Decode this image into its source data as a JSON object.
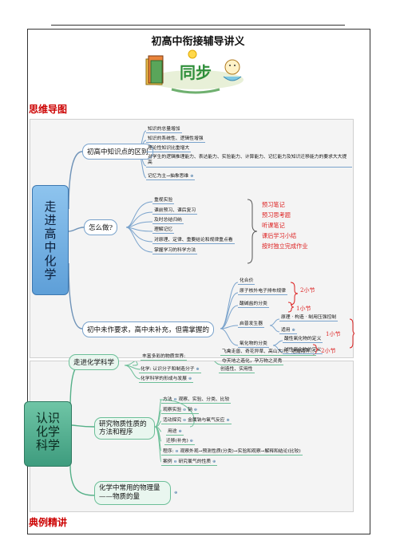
{
  "document": {
    "title": "初高中衔接辅导讲义",
    "banner_text": "同步",
    "section_mindmap": "思维导图",
    "section_examples": "典例精讲"
  },
  "map1": {
    "root": "走进高中化学",
    "branches": [
      {
        "label": "初高中知识点的区别",
        "items": [
          "知识的总量增加",
          "知识的系统性、逻辑性增强",
          "理论性知识比重增大",
          "对学生的逻辑推理能力、表达能力、实验能力、计算能力、记忆能力及知识迁移能力的要求大大提高",
          "记忆为主→抽象思维"
        ]
      },
      {
        "label": "怎么做?",
        "items": [
          "重视实验",
          "课前预习、课后复习",
          "及时总结归纳",
          "理解记忆",
          "对原理、定律、重要结论和规律重点看",
          "掌握学习的科学方法"
        ],
        "notes": [
          "预习笔记",
          "预习思考题",
          "听课笔记",
          "课后学习小结",
          "按时独立完成作业"
        ]
      },
      {
        "label": "初中未作要求，高中未补充，但需掌握的",
        "items": [
          "化合价",
          "原子核外电子排布规律",
          "酸碱盐的分类",
          "启普发生器",
          "氧化物的分类"
        ],
        "sub_qipu": [
          "原理",
          "构造",
          "制用压强控制",
          "适用"
        ],
        "sub_oxide": [
          "酸性氧化物的定义",
          "碱性氧化物的定义"
        ],
        "marks": [
          "2小节",
          "1小节",
          "1小节",
          "2小节"
        ]
      }
    ]
  },
  "map2": {
    "root": "认识化学科学",
    "branches": [
      {
        "label": "走进化学科学",
        "items": [
          "丰富多彩的物质世界:",
          "化学: 认识分子和制造分子",
          "化学科学的形成与发展"
        ],
        "sub_world": [
          "飞禽走兽、奇花异草、高山大川、浩瀚海洋...",
          "夺天地之造化，孕万物之灵秀"
        ],
        "sub_chem": [
          "创造性、实用性"
        ]
      },
      {
        "label": "研究物质性质的方法和程序",
        "items": [
          "方法",
          "观察实验",
          "活动探究",
          "用途",
          "迁移(补充)",
          "程序:",
          "案例"
        ],
        "details": {
          "method": "观察、实验、分类、比较",
          "observe": "钠",
          "explore": "金属钠与氧气反应",
          "procedure": "观察外观→预测性质(分类)→实验和观察→解释和结论(比较)",
          "case": "研究氯气的性质"
        }
      },
      {
        "label": "化学中常用的物理量——物质的量"
      }
    ]
  }
}
